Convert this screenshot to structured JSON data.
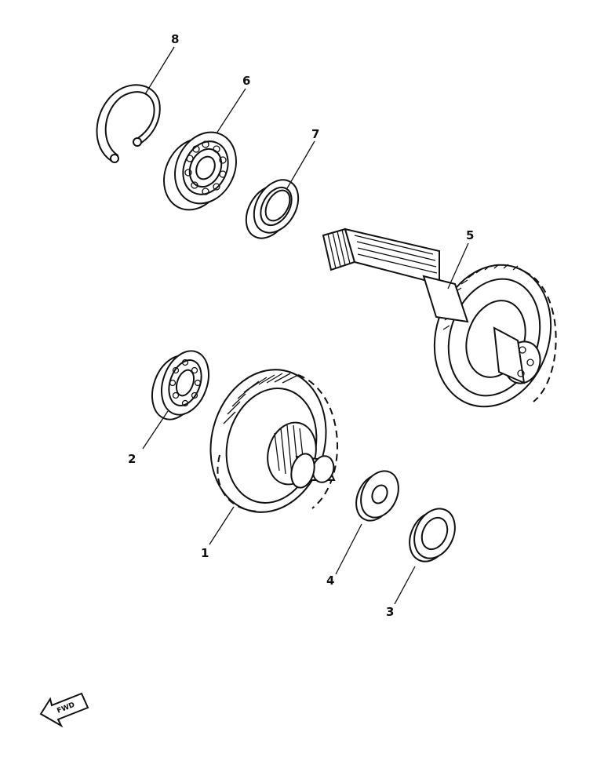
{
  "parts": [
    {
      "id": "1",
      "label": "1",
      "name": "drive-gear"
    },
    {
      "id": "2",
      "label": "2",
      "name": "bearing-small"
    },
    {
      "id": "3",
      "label": "3",
      "name": "washer-outer"
    },
    {
      "id": "4",
      "label": "4",
      "name": "washer-inner"
    },
    {
      "id": "5",
      "label": "5",
      "name": "main-shaft-gear"
    },
    {
      "id": "6",
      "label": "6",
      "name": "bearing-large"
    },
    {
      "id": "7",
      "label": "7",
      "name": "oil-seal"
    },
    {
      "id": "8",
      "label": "8",
      "name": "circlip"
    }
  ],
  "direction_indicator": {
    "text": "FWD",
    "icon": "arrow-left-icon"
  },
  "colors": {
    "line": "#111111",
    "background": "#ffffff"
  }
}
